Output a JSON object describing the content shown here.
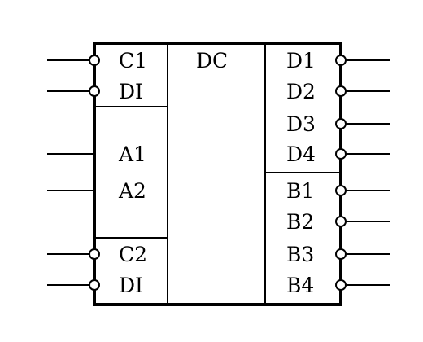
{
  "diagram": {
    "center_label": "DC",
    "left_top_pins": [
      "C1",
      "DI"
    ],
    "left_mid_labels": [
      "A1",
      "A2"
    ],
    "left_bottom_pins": [
      "C2",
      "DI"
    ],
    "right_top_pins": [
      "D1",
      "D2",
      "D3",
      "D4"
    ],
    "right_bottom_pins": [
      "B1",
      "B2",
      "B3",
      "B4"
    ],
    "colors": {
      "line": "#000000",
      "background": "#ffffff"
    }
  }
}
